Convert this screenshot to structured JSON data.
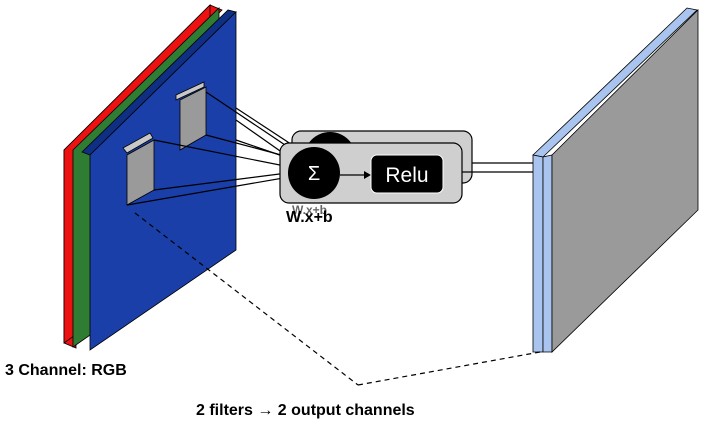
{
  "labels": {
    "input_caption": "3 Channel: RGB",
    "formula": "W.x+b",
    "sum_symbol": "Σ",
    "activation": "Relu",
    "bottom_caption": "2 filters → 2 output channels"
  },
  "colors": {
    "channel_red": "#ee1111",
    "channel_green": "#2e7d32",
    "channel_blue": "#1a3fa8",
    "kernel": "#9a9a9a",
    "neuron_box": "#cfcfcf",
    "output_front": "#9a9a9a",
    "output_side": "#a9c4ee",
    "dark": "#000000"
  }
}
